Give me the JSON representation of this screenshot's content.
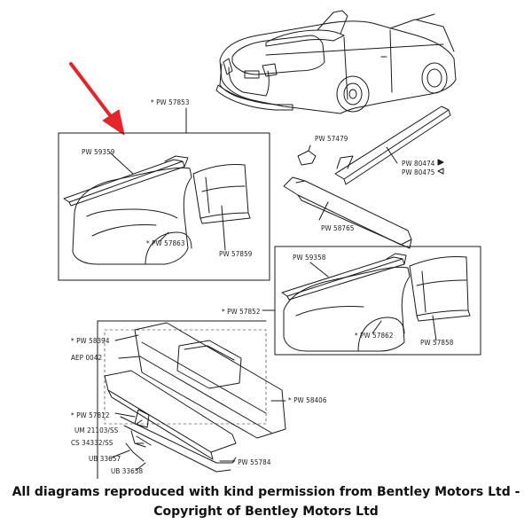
{
  "colors": {
    "arrow": "#e3262a",
    "ink": "#1a1a1a",
    "caption": "#111111"
  },
  "labels": {
    "pw57853": "PW 57853",
    "pw59359": "PW 59359",
    "pw57863": "PW 57863",
    "pw57859": "PW 57859",
    "pw57479": "PW 57479",
    "pw80474": "PW 80474",
    "pw80475": "PW 80475",
    "pw58765": "PW 58765",
    "pw59358": "PW 59358",
    "pw57852": "PW 57852",
    "pw57862": "PW 57862",
    "pw57858": "PW 57858",
    "pw58394": "PW 58394",
    "aep0042": "AEP 0042",
    "pw58406": "PW 58406",
    "pw57812": "PW 57812",
    "um21103": "UM 21103/SS",
    "cs34332": "CS 34332/SS",
    "ub33657": "UB 33657",
    "ub33658": "UB 33658",
    "pw55784": "PW 55784"
  },
  "caption": {
    "line1": "All diagrams reproduced with kind permission from Bentley Motors Ltd -",
    "line2": "Copyright of Bentley Motors Ltd"
  }
}
